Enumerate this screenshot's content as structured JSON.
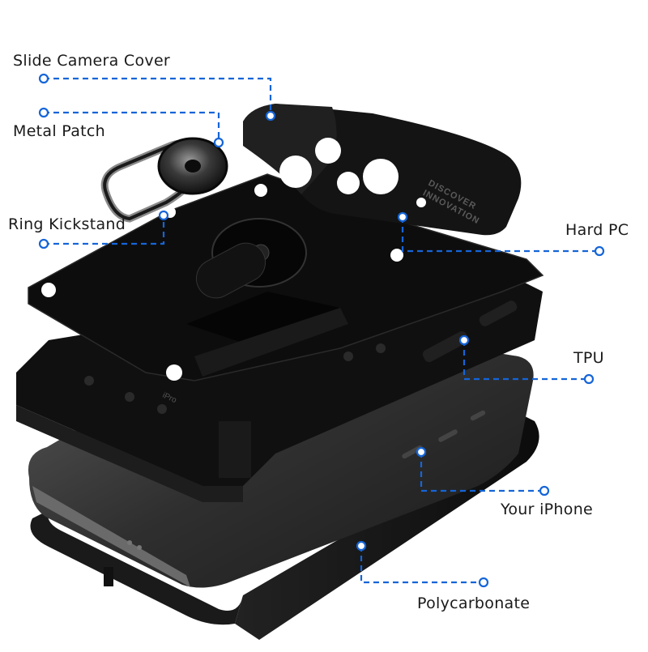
{
  "callouts": {
    "slide_camera_cover": "Slide Camera Cover",
    "metal_patch": "Metal Patch",
    "ring_kickstand": "Ring Kickstand",
    "hard_pc": "Hard PC",
    "tpu": "TPU",
    "your_iphone": "Your iPhone",
    "polycarbonate": "Polycarbonate"
  },
  "camera_cover_text": [
    "DISCOVER",
    "INNOVATION"
  ],
  "phone_engraving": "iPro",
  "colors": {
    "callout_line": "#1565d8",
    "case_black": "#141414",
    "phone_glass": "#2b2b2b",
    "background": "#ffffff"
  }
}
